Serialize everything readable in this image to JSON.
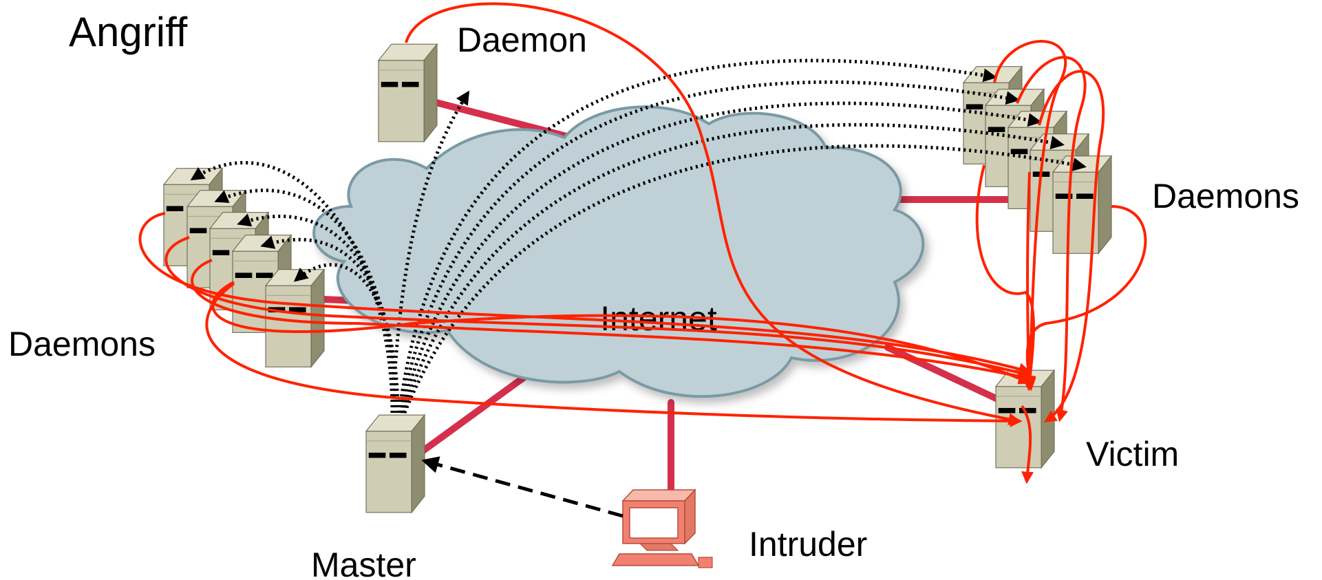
{
  "diagram": {
    "title": "Angriff",
    "network_label": "Internet",
    "nodes": {
      "daemon_top": "Daemon",
      "daemons_left": "Daemons",
      "daemons_right": "Daemons",
      "master": "Master",
      "victim": "Victim",
      "intruder": "Intruder"
    }
  },
  "colors": {
    "background": "#ffffff",
    "cloud_fill": "#bfd1d6",
    "cloud_stroke": "#7a9aa3",
    "link": "#d4304c",
    "attack_flow": "#ff2200",
    "control_flow": "#000000",
    "server_front": "#cfcdb4",
    "server_side": "#8f8d6f",
    "server_top": "#e3e1cc",
    "computer": "#f08070"
  },
  "icons": [
    "server-icon",
    "computer-icon",
    "cloud-icon"
  ]
}
